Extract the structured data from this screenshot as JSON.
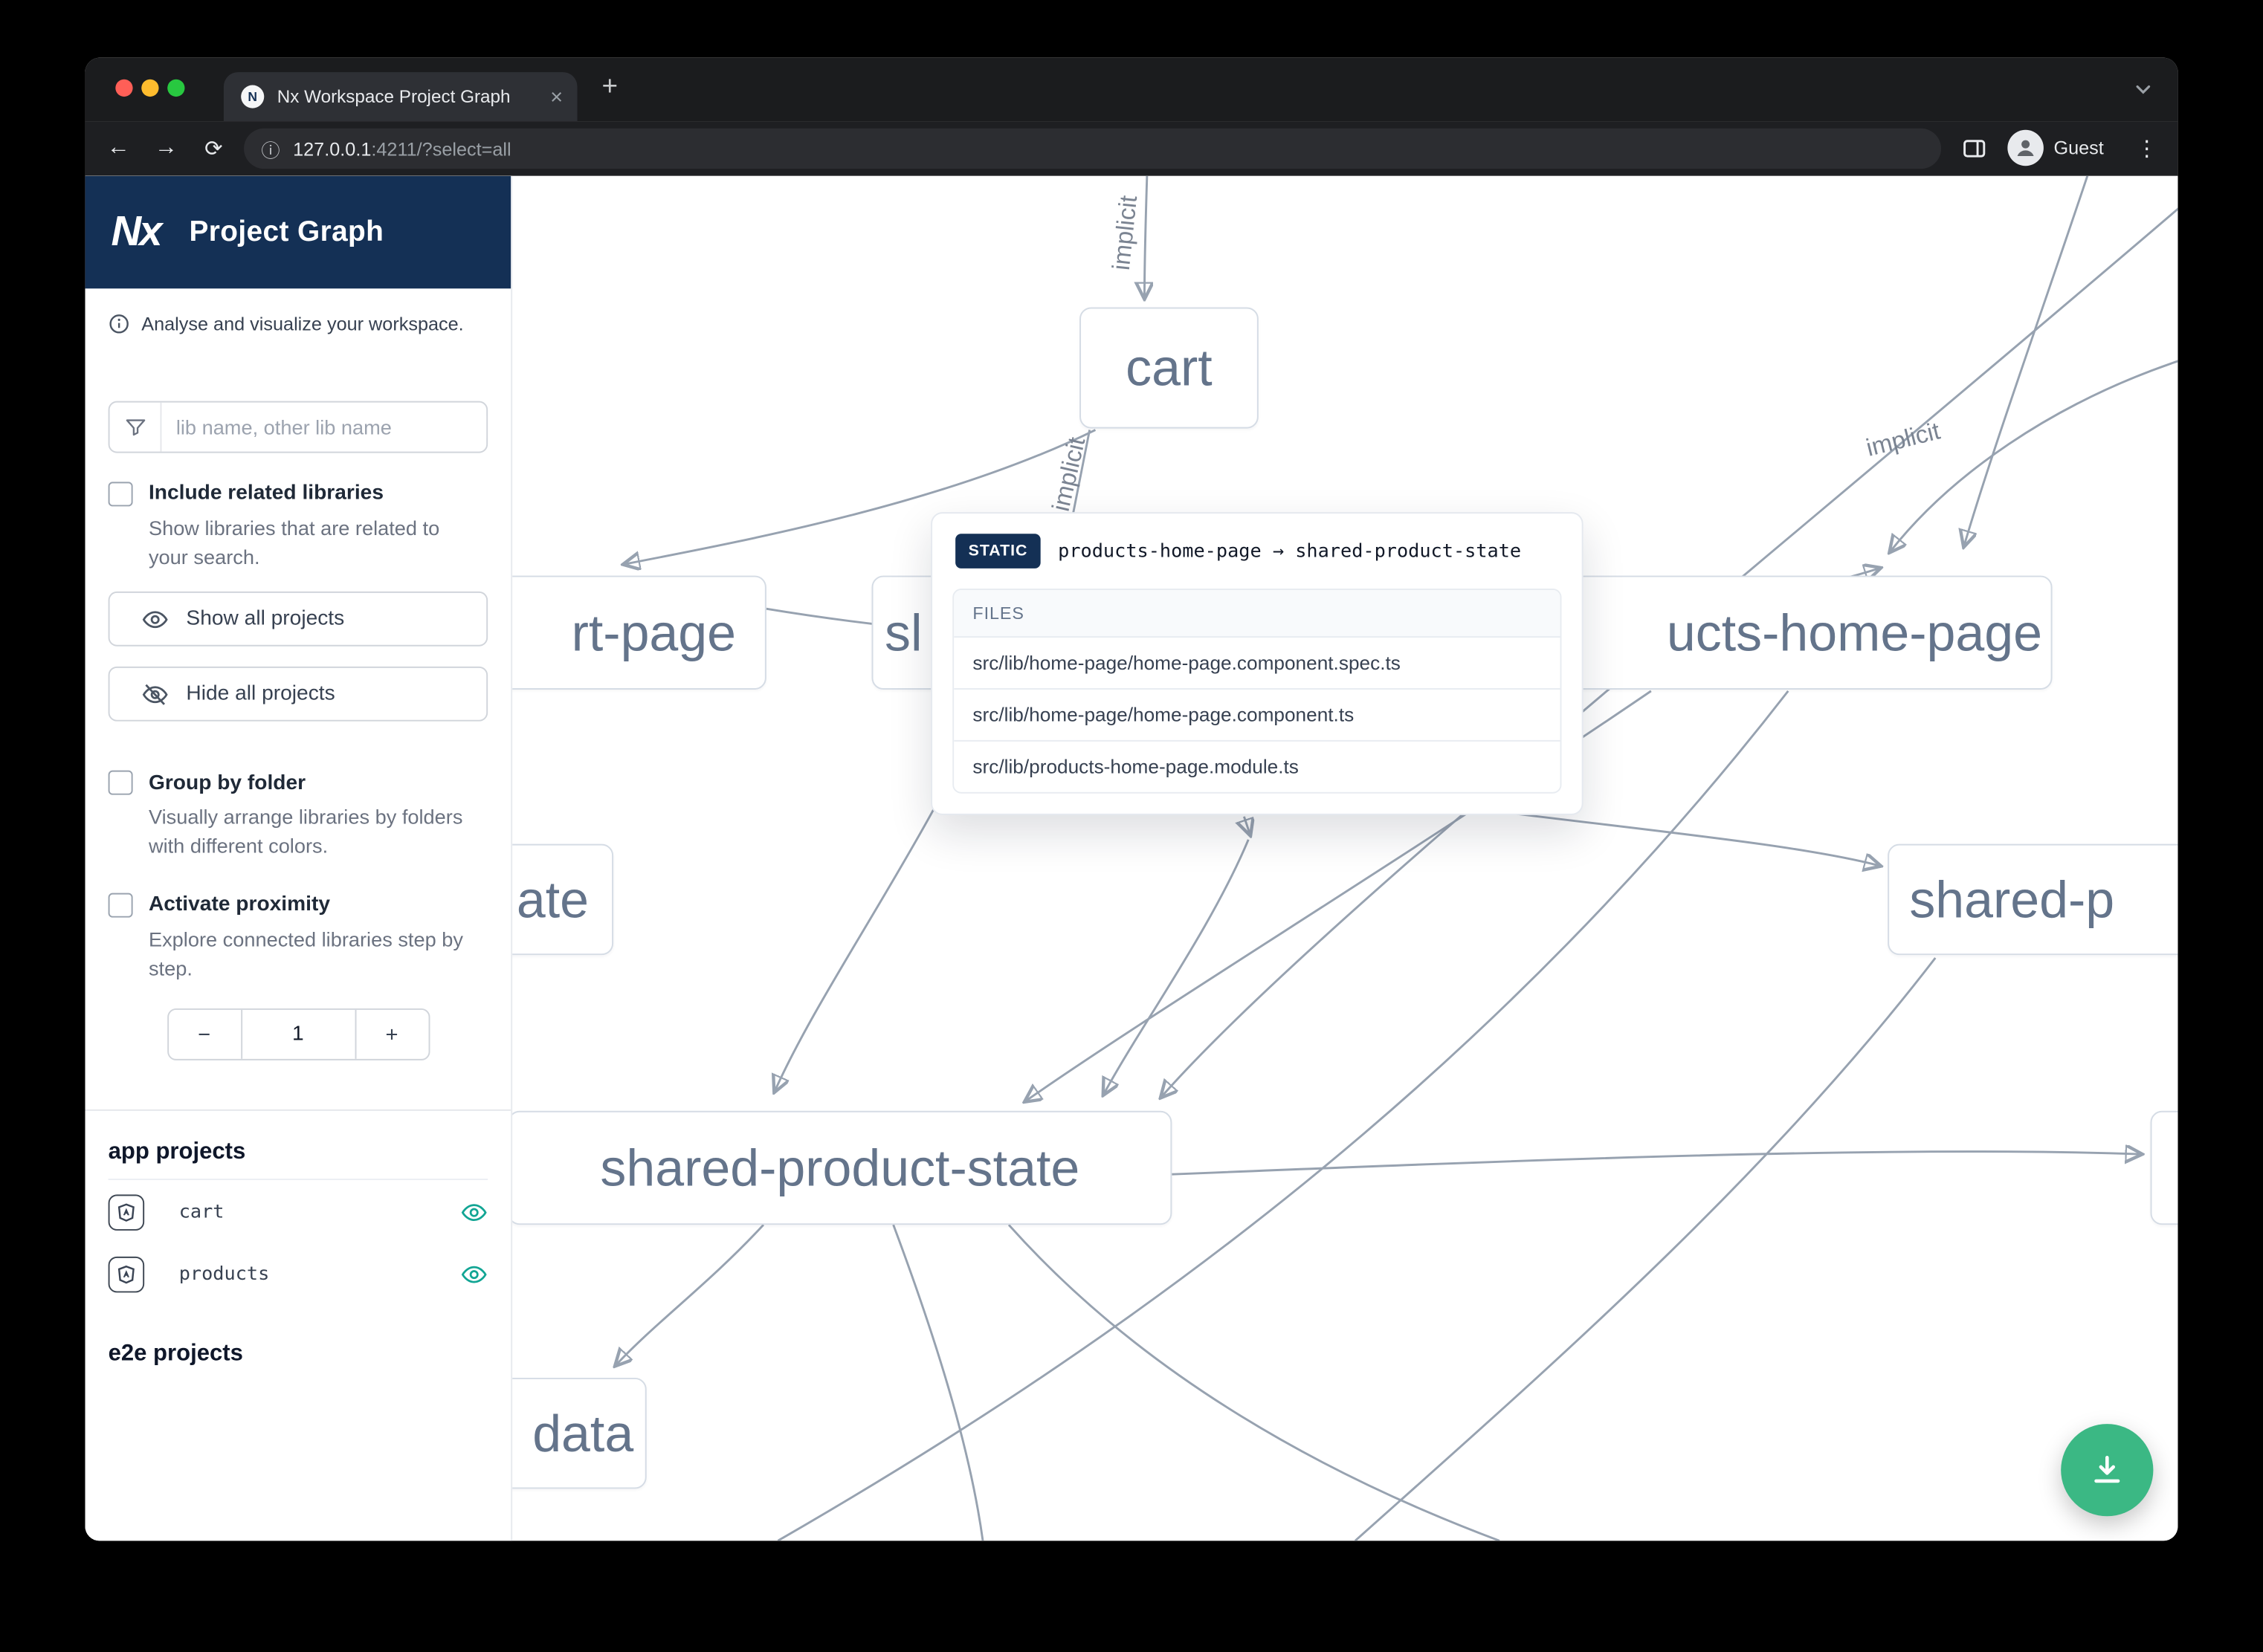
{
  "browser": {
    "tab_title": "Nx Workspace Project Graph",
    "url_host": "127.0.0.1",
    "url_rest": ":4211/?select=all",
    "profile_label": "Guest"
  },
  "icons": {
    "favicon": "N",
    "close": "×",
    "plus": "+",
    "back": "←",
    "forward": "→",
    "reload": "⟳",
    "info": "ⓘ",
    "kebab": "⋮"
  },
  "sidebar": {
    "brand": {
      "logo": "Nx",
      "title": "Project Graph"
    },
    "tagline": "Analyse and visualize your workspace.",
    "filter_placeholder": "lib name, other lib name",
    "related": {
      "label": "Include related libraries",
      "desc": "Show libraries that are related to your search."
    },
    "buttons": {
      "show_all": "Show all projects",
      "hide_all": "Hide all projects"
    },
    "group": {
      "label": "Group by folder",
      "desc": "Visually arrange libraries by folders with different colors."
    },
    "proximity": {
      "label": "Activate proximity",
      "desc": "Explore connected libraries step by step."
    },
    "stepper": {
      "decrement": "−",
      "value": "1",
      "increment": "+"
    },
    "app_heading": "app projects",
    "projects": [
      {
        "name": "cart"
      },
      {
        "name": "products"
      }
    ],
    "e2e_heading": "e2e projects"
  },
  "graph": {
    "nodes": {
      "cart": "cart",
      "cart_page": "rt-page",
      "sl": "sl",
      "products_home": "ucts-home-page",
      "state": "ate",
      "shared_p": "shared-p",
      "sps": "shared-product-state",
      "data": "data"
    },
    "edge_labels": [
      "implicit",
      "implicit",
      "implicit"
    ],
    "tooltip": {
      "badge": "STATIC",
      "relation": "products-home-page → shared-product-state",
      "files_heading": "FILES",
      "files": [
        "src/lib/home-page/home-page.component.spec.ts",
        "src/lib/home-page/home-page.component.ts",
        "src/lib/products-home-page.module.ts"
      ]
    }
  },
  "colors": {
    "nx_navy": "#143055",
    "fab_green": "#3bb884",
    "eye_teal": "#12a594",
    "node_text": "#64748b",
    "edge_gray": "#97a2b0"
  }
}
